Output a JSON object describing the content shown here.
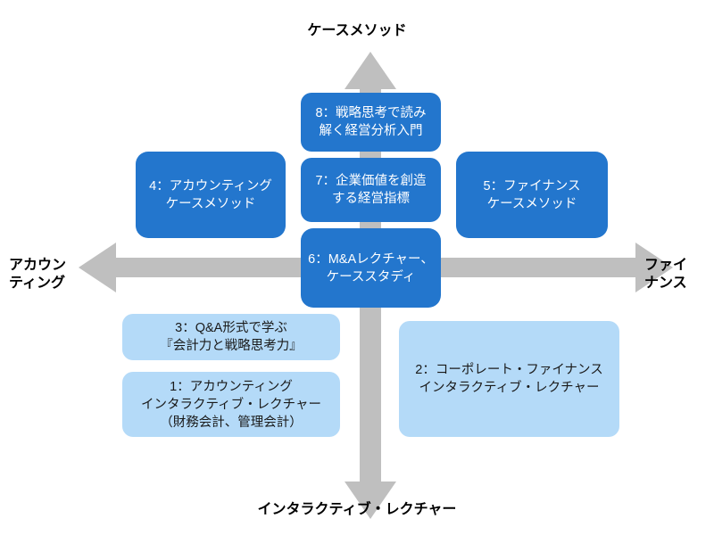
{
  "diagram": {
    "title": "Course positioning matrix",
    "colors": {
      "dark_blue": "#2376cd",
      "light_blue": "#b4daf8",
      "arrow_gray": "#bfbfbf",
      "background": "#ffffff",
      "dark_text": "#ffffff",
      "light_text": "#1a1a1a"
    },
    "axes": {
      "vertical": {
        "top_label": "ケースメソッド",
        "bottom_label": "インタラクティブ・レクチャー"
      },
      "horizontal": {
        "left_label": "アカウン\nティング",
        "right_label": "ファイ\nナンス"
      }
    },
    "nodes": [
      {
        "id": "8",
        "label": "8：戦略思考で読み\n解く経営分析入門",
        "style": "dark",
        "quadrant": "center-top"
      },
      {
        "id": "7",
        "label": "7：企業価値を創造\nする経営指標",
        "style": "dark",
        "quadrant": "center-upper"
      },
      {
        "id": "6",
        "label": "6：M&Aレクチャー、\nケーススタディ",
        "style": "dark",
        "quadrant": "center-origin"
      },
      {
        "id": "4",
        "label": "4：アカウンティング\nケースメソッド",
        "style": "dark",
        "quadrant": "upper-left"
      },
      {
        "id": "5",
        "label": "5：ファイナンス\nケースメソッド",
        "style": "dark",
        "quadrant": "upper-right"
      },
      {
        "id": "3",
        "label": "3：Q&A形式で学ぶ\n『会計力と戦略思考力』",
        "style": "light",
        "quadrant": "lower-left"
      },
      {
        "id": "1",
        "label": "1：アカウンティング\nインタラクティブ・レクチャー\n（財務会計、管理会計）",
        "style": "light",
        "quadrant": "lower-left"
      },
      {
        "id": "2",
        "label": "2：コーポレート・ファイナンス\nインタラクティブ・レクチャー",
        "style": "light",
        "quadrant": "lower-right"
      }
    ]
  }
}
